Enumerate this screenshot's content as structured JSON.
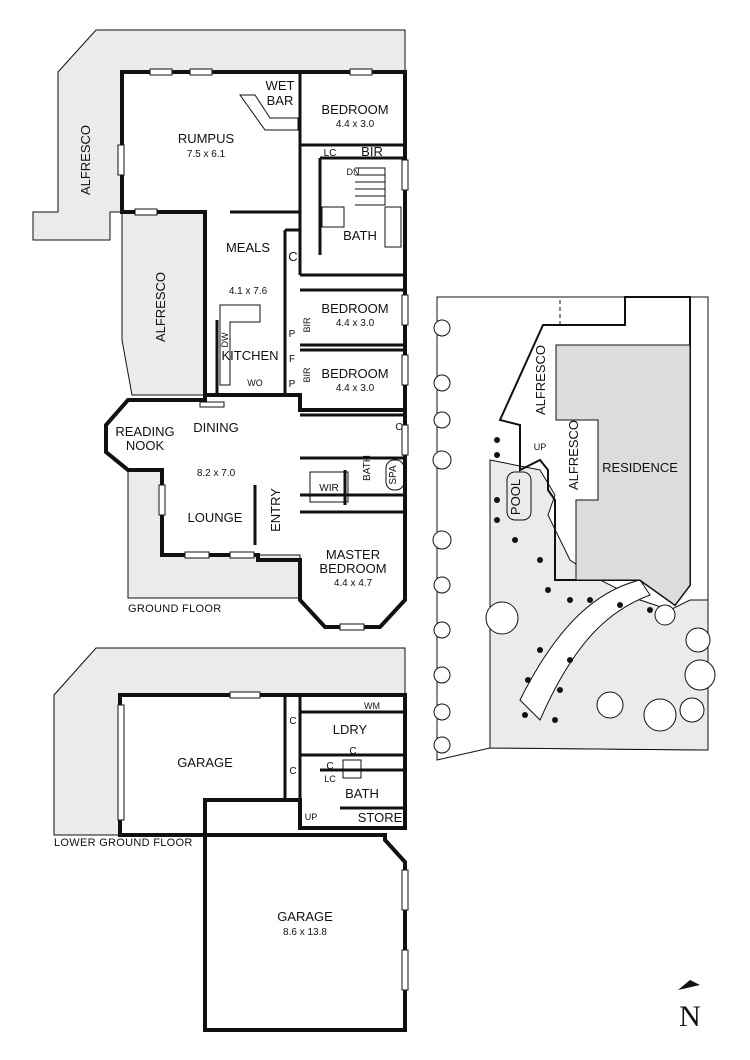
{
  "ground_floor": {
    "caption": "GROUND FLOOR",
    "rooms": {
      "alfresco_top": "ALFRESCO",
      "rumpus": "RUMPUS",
      "rumpus_dim": "7.5 x 6.1",
      "wet_bar_1": "WET",
      "wet_bar_2": "BAR",
      "bedroom1": "BEDROOM",
      "bedroom1_dim": "4.4 x 3.0",
      "lc1": "LC",
      "bir1": "BIR",
      "dn": "DN",
      "bath1": "BATH",
      "meals": "MEALS",
      "meals_dim": "4.1 x 7.6",
      "c_meals": "C",
      "alfresco_mid": "ALFRESCO",
      "dw": "DW",
      "kitchen": "KITCHEN",
      "wo": "WO",
      "bedroom2": "BEDROOM",
      "bedroom2_dim": "4.4 x 3.0",
      "p1": "P",
      "bir2": "BIR",
      "f1": "F",
      "p2": "P",
      "bir3": "BIR",
      "bedroom3": "BEDROOM",
      "bedroom3_dim": "4.4 x 3.0",
      "reading_1": "READING",
      "reading_2": "NOOK",
      "dining": "DINING",
      "dining_dim": "8.2 x 7.0",
      "lounge": "LOUNGE",
      "entry": "ENTRY",
      "c_ens": "C",
      "bath_ens": "BATH",
      "spa": "SPA",
      "wir": "WIR",
      "master_1": "MASTER",
      "master_2": "BEDROOM",
      "master_dim": "4.4 x 4.7"
    }
  },
  "lower_ground_floor": {
    "caption": "LOWER GROUND FLOOR",
    "rooms": {
      "garage1": "GARAGE",
      "c1": "C",
      "c2": "C",
      "wm": "WM",
      "ldry": "LDRY",
      "c3": "C",
      "c4": "C",
      "lc": "LC",
      "bath": "BATH",
      "up": "UP",
      "store": "STORE",
      "garage2": "GARAGE",
      "garage2_dim": "8.6 x 13.8"
    }
  },
  "site_plan": {
    "alfresco_1": "ALFRESCO",
    "alfresco_2": "ALFRESCO",
    "residence": "RESIDENCE",
    "pool": "POOL",
    "up": "UP"
  },
  "north": "N"
}
